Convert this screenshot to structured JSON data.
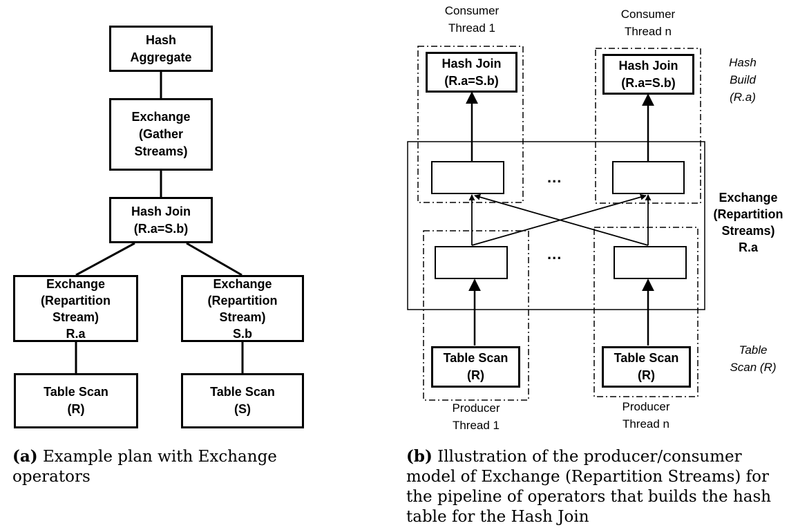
{
  "left": {
    "hash_aggregate": "Hash\nAggregate",
    "exchange_gather": "Exchange\n(Gather\nStreams)",
    "hash_join": "Hash Join\n(R.a=S.b)",
    "exchange_r": "Exchange\n(Repartition\nStream)\nR.a",
    "exchange_s": "Exchange\n(Repartition\nStream)\nS.b",
    "scan_r": "Table Scan\n(R)",
    "scan_s": "Table Scan\n(S)"
  },
  "right": {
    "consumer_1": "Consumer\nThread 1",
    "consumer_n": "Consumer\nThread n",
    "hash_join_1": "Hash Join\n(R.a=S.b)",
    "hash_join_n": "Hash Join\n(R.a=S.b)",
    "hash_build": "Hash\nBuild\n(R.a)",
    "exchange_label": "Exchange\n(Repartition\nStreams)\nR.a",
    "ellipsis_top": "...",
    "ellipsis_bottom": "...",
    "table_scan_label": "Table\nScan (R)",
    "scan_1": "Table Scan\n(R)",
    "scan_n": "Table Scan\n(R)",
    "producer_1": "Producer\nThread 1",
    "producer_n": "Producer\nThread n"
  },
  "captions": {
    "a_tag": "(a)",
    "a_text": " Example plan with Exchange operators",
    "b_tag": "(b)",
    "b_text": " Illustration of the producer/consumer model of Exchange (Repartition Streams) for the pipeline of operators that builds the hash table for the Hash Join"
  }
}
